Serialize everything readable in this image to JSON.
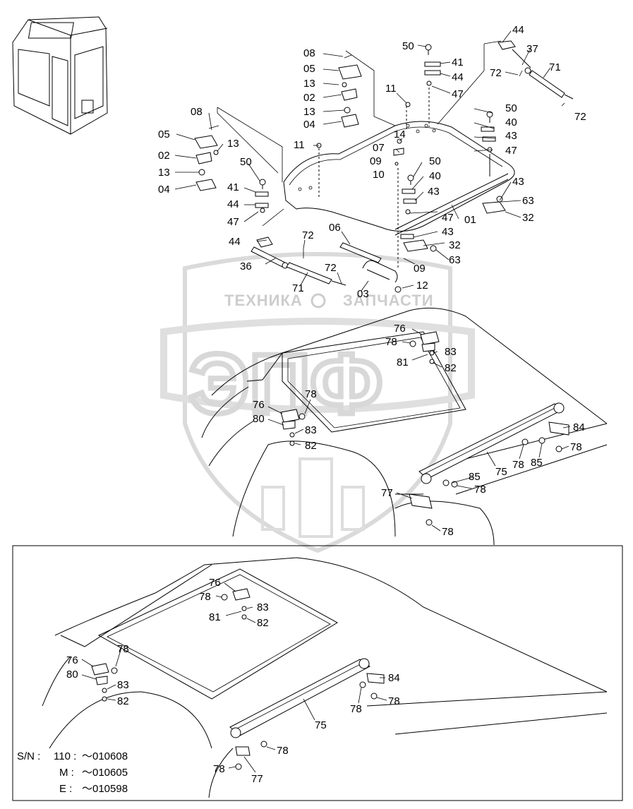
{
  "watermark": {
    "text_left": "ТЕХНИКА",
    "text_right": "ЗАПЧАСТИ",
    "letters": "ЭПФ"
  },
  "callouts": [
    {
      "id": "44a",
      "text": "44"
    },
    {
      "id": "37",
      "text": "37"
    },
    {
      "id": "50a",
      "text": "50"
    },
    {
      "id": "71a",
      "text": "71"
    },
    {
      "id": "08a",
      "text": "08"
    },
    {
      "id": "41a",
      "text": "41"
    },
    {
      "id": "05a",
      "text": "05"
    },
    {
      "id": "44b",
      "text": "44"
    },
    {
      "id": "72a",
      "text": "72"
    },
    {
      "id": "13a",
      "text": "13"
    },
    {
      "id": "11a",
      "text": "11"
    },
    {
      "id": "47a",
      "text": "47"
    },
    {
      "id": "02a",
      "text": "02"
    },
    {
      "id": "13b",
      "text": "13"
    },
    {
      "id": "72b",
      "text": "72"
    },
    {
      "id": "04a",
      "text": "04"
    },
    {
      "id": "50b",
      "text": "50"
    },
    {
      "id": "08b",
      "text": "08"
    },
    {
      "id": "40a",
      "text": "40"
    },
    {
      "id": "14",
      "text": "14"
    },
    {
      "id": "43a",
      "text": "43"
    },
    {
      "id": "05b",
      "text": "05"
    },
    {
      "id": "13c",
      "text": "13"
    },
    {
      "id": "07",
      "text": "07"
    },
    {
      "id": "47b",
      "text": "47"
    },
    {
      "id": "11b",
      "text": "11"
    },
    {
      "id": "09a",
      "text": "09"
    },
    {
      "id": "02b",
      "text": "02"
    },
    {
      "id": "50c",
      "text": "50"
    },
    {
      "id": "10",
      "text": "10"
    },
    {
      "id": "40b",
      "text": "40"
    },
    {
      "id": "13d",
      "text": "13"
    },
    {
      "id": "50d",
      "text": "50"
    },
    {
      "id": "43b",
      "text": "43"
    },
    {
      "id": "04b",
      "text": "04"
    },
    {
      "id": "41b",
      "text": "41"
    },
    {
      "id": "43c",
      "text": "43"
    },
    {
      "id": "63a",
      "text": "63"
    },
    {
      "id": "44c",
      "text": "44"
    },
    {
      "id": "47c",
      "text": "47"
    },
    {
      "id": "01",
      "text": "01"
    },
    {
      "id": "32a",
      "text": "32"
    },
    {
      "id": "47d",
      "text": "47"
    },
    {
      "id": "43d",
      "text": "43"
    },
    {
      "id": "72c",
      "text": "72"
    },
    {
      "id": "06",
      "text": "06"
    },
    {
      "id": "44d",
      "text": "44"
    },
    {
      "id": "32b",
      "text": "32"
    },
    {
      "id": "36",
      "text": "36"
    },
    {
      "id": "63b",
      "text": "63"
    },
    {
      "id": "09b",
      "text": "09"
    },
    {
      "id": "72d",
      "text": "72"
    },
    {
      "id": "71b",
      "text": "71"
    },
    {
      "id": "03",
      "text": "03"
    },
    {
      "id": "12",
      "text": "12"
    },
    {
      "id": "76a",
      "text": "76"
    },
    {
      "id": "78a",
      "text": "78"
    },
    {
      "id": "83a",
      "text": "83"
    },
    {
      "id": "81a",
      "text": "81"
    },
    {
      "id": "82a",
      "text": "82"
    },
    {
      "id": "78b",
      "text": "78"
    },
    {
      "id": "76b",
      "text": "76"
    },
    {
      "id": "80a",
      "text": "80"
    },
    {
      "id": "83b",
      "text": "83"
    },
    {
      "id": "82b",
      "text": "82"
    },
    {
      "id": "84a",
      "text": "84"
    },
    {
      "id": "78c",
      "text": "78"
    },
    {
      "id": "78d",
      "text": "78"
    },
    {
      "id": "85a",
      "text": "85"
    },
    {
      "id": "75a",
      "text": "75"
    },
    {
      "id": "85b",
      "text": "85"
    },
    {
      "id": "78e",
      "text": "78"
    },
    {
      "id": "77a",
      "text": "77"
    },
    {
      "id": "78f",
      "text": "78"
    },
    {
      "id": "76c",
      "text": "76"
    },
    {
      "id": "78g",
      "text": "78"
    },
    {
      "id": "83c",
      "text": "83"
    },
    {
      "id": "81b",
      "text": "81"
    },
    {
      "id": "82c",
      "text": "82"
    },
    {
      "id": "78h",
      "text": "78"
    },
    {
      "id": "76d",
      "text": "76"
    },
    {
      "id": "80b",
      "text": "80"
    },
    {
      "id": "83d",
      "text": "83"
    },
    {
      "id": "82d",
      "text": "82"
    },
    {
      "id": "84b",
      "text": "84"
    },
    {
      "id": "78i",
      "text": "78"
    },
    {
      "id": "78j",
      "text": "78"
    },
    {
      "id": "75b",
      "text": "75"
    },
    {
      "id": "78k",
      "text": "78"
    },
    {
      "id": "78l",
      "text": "78"
    },
    {
      "id": "77b",
      "text": "77"
    }
  ],
  "serial_note": {
    "line1_label": "S/N :",
    "line1_model": "110 :",
    "line1_range": "～010608",
    "line2_model": "M :",
    "line2_range": "～010605",
    "line3_model": "E :",
    "line3_range": "～010598"
  }
}
